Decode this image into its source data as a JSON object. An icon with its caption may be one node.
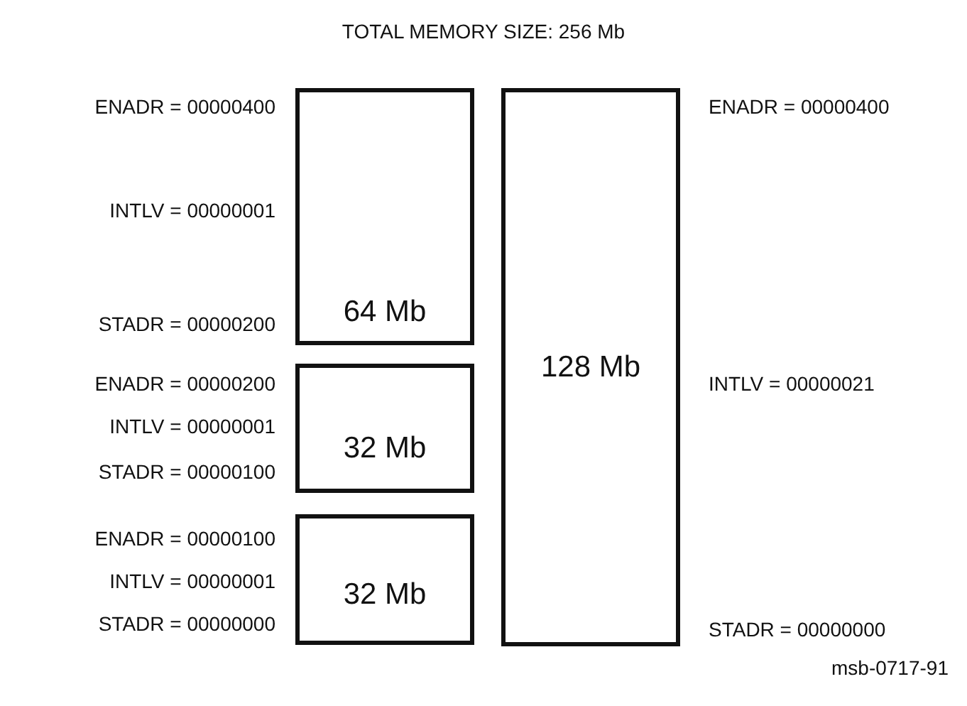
{
  "diagram": {
    "title": "TOTAL MEMORY SIZE:  256 Mb",
    "nodes": [
      {
        "text": [
          "64 Mb"
        ],
        "beside": [
          "ENADR = 00000400",
          "INTLV = 00000001",
          "STADR = 00000200"
        ]
      },
      {
        "text": [
          "32 Mb"
        ],
        "beside": [
          "ENADR = 00000200",
          "INTLV = 00000001",
          "STADR = 00000100"
        ]
      },
      {
        "text": [
          "32 Mb"
        ],
        "beside": [
          "ENADR = 00000100",
          "INTLV = 00000001",
          "STADR = 00000000"
        ]
      },
      {
        "text": [
          "128 Mb"
        ],
        "beside": [
          "ENADR = 00000400",
          "INTLV = 00000021",
          "STADR = 00000000"
        ]
      }
    ],
    "edges": [],
    "caption": "msb-0717-91"
  }
}
